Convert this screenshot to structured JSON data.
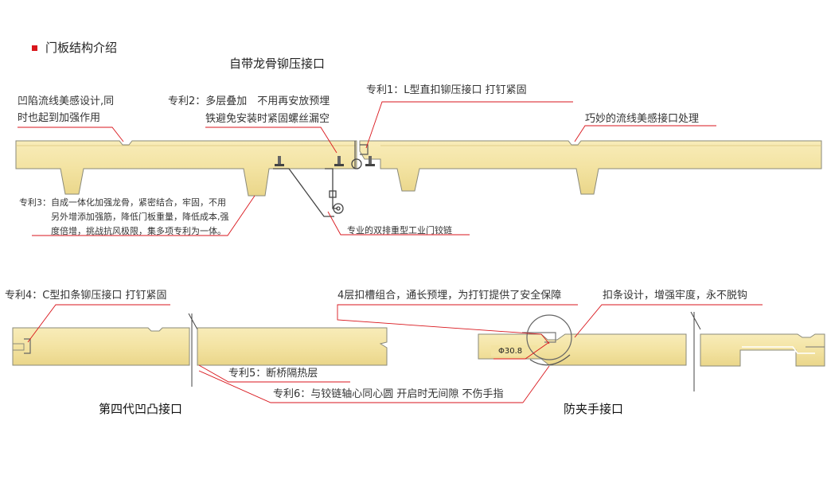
{
  "section": {
    "title": "门板结构介绍",
    "bullet_color": "#d9161c"
  },
  "diagram_top": {
    "title": "自带龙骨铆压接口",
    "annotations": {
      "concave": [
        "凹陷流线美感设计,同",
        "时也起到加强作用"
      ],
      "patent2": [
        "专利2：多层叠加　不用再安放预埋",
        "铁避免安装时紧固螺丝漏空"
      ],
      "patent1": "专利1：L型直扣铆压接口  打钉紧固",
      "smooth": "巧妙的流线美感接口处理",
      "patent3": [
        "专利3：自成一体化加强龙骨，紧密结合，牢固，不用",
        "另外增添加强筋，降低门板重量，降低成本,强",
        "度倍增，挑战抗风极限，集多项专利为一体。"
      ],
      "hinge": "专业的双排重型工业门铰链"
    }
  },
  "diagram_left": {
    "caption": "第四代凹凸接口",
    "annotations": {
      "patent4": "专利4：C型扣条铆压接口  打钉紧固",
      "patent5": "专利5：断桥隔热层",
      "patent6": "专利6：与铰链轴心同心圆  开启时无间隙 不伤手指"
    }
  },
  "diagram_right": {
    "caption": "防夹手接口",
    "diameter_label": "Φ30.8",
    "annotations": {
      "four_layer": "4层扣槽组合，通长预埋，为打钉提供了安全保障",
      "clip": "扣条设计，增强牢度，永不脱钩"
    }
  },
  "colors": {
    "panel_fill": "#f3e3a2",
    "panel_stroke": "#8a8a7a",
    "leader_line": "#d9161c",
    "hinge_stroke": "#444444"
  }
}
